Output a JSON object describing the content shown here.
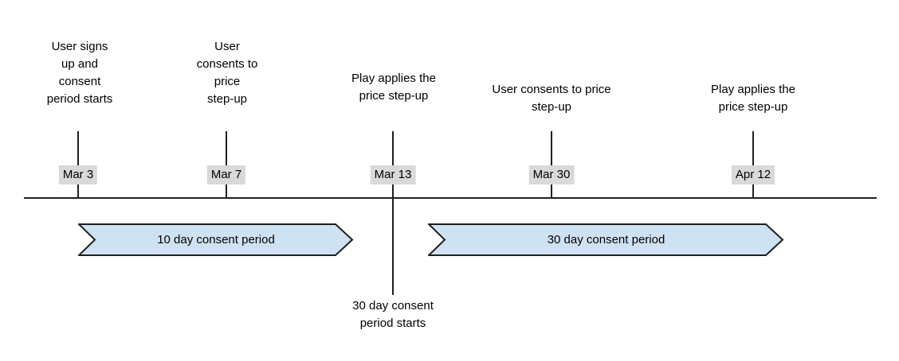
{
  "diagram": {
    "title_semantic": "Price step-up consent period timeline",
    "events": [
      {
        "label": "User signs\nup and\nconsent\nperiod starts",
        "date": "Mar 3"
      },
      {
        "label": "User\nconsents to\nprice\nstep-up",
        "date": "Mar 7"
      },
      {
        "label": "Play applies the\nprice step-up",
        "date": "Mar 13"
      },
      {
        "label": "User consents to price\nstep-up",
        "date": "Mar 30"
      },
      {
        "label": "Play applies the\nprice step-up",
        "date": "Apr 12"
      }
    ],
    "periods": [
      {
        "label": "10 day consent period"
      },
      {
        "label": "30 day consent period"
      }
    ],
    "note_below": "30 day consent\nperiod starts",
    "colors": {
      "background": "#ffffff",
      "text": "#000000",
      "line": "#1f1f1f",
      "date_label_bg": "#d9d9d9",
      "period_fill": "#cfe2f3",
      "period_border": "#1f1f1f"
    }
  }
}
